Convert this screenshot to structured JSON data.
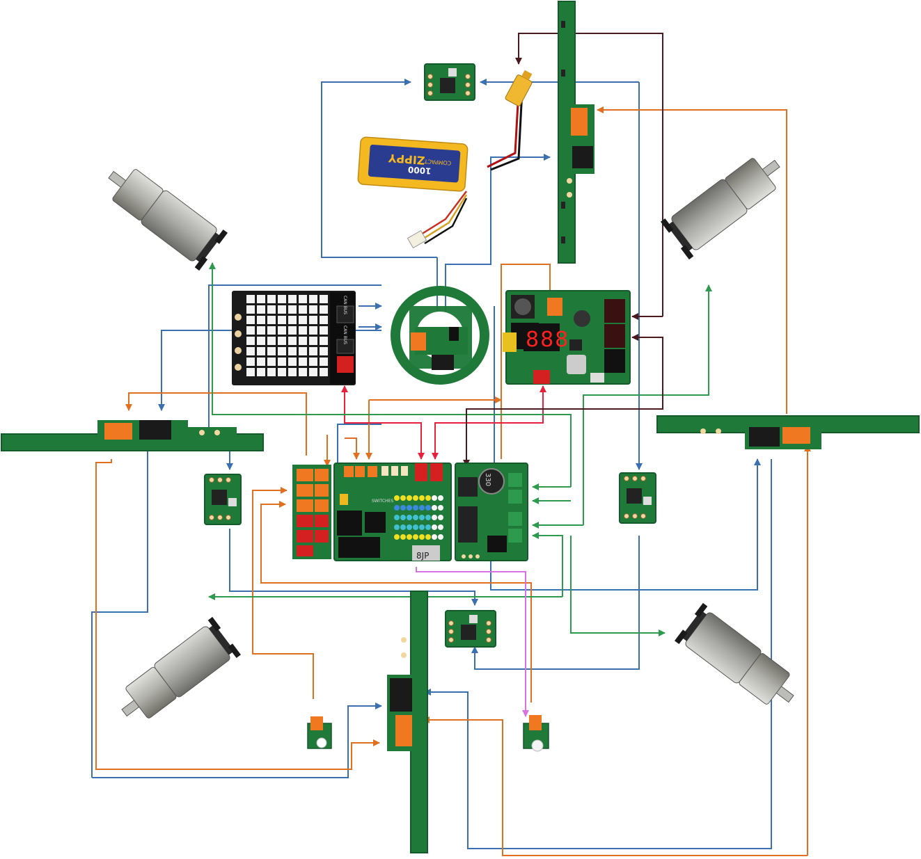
{
  "colors": {
    "blue": "#3a6fb0",
    "orange": "#e07020",
    "red": "#e8203c",
    "green": "#2e9a4e",
    "brown": "#4a1a1e",
    "magenta": "#d872e0",
    "pcb": "#1f7a3a",
    "pcb_dark": "#145a2a",
    "connector_orange": "#f07820",
    "connector_red": "#d42020",
    "connector_black": "#1a1a1a",
    "battery_yellow": "#f4b820",
    "battery_blue": "#2a3c90"
  },
  "labels": {
    "battery_brand": "ZIPPY",
    "battery_model": "COMPACT",
    "battery_capacity": "1000",
    "display_digits": "888",
    "capacitor_value": "330",
    "chip_label": "8JP",
    "can_bus_top": "CAN BUS",
    "can_bus_bottom": "CAN BUS",
    "switches_label": "SWITCHES"
  },
  "components": {
    "battery": "lipo-battery",
    "led_matrix": "8x8-led-matrix-board",
    "ring_board": "ir-sensor-ring-board",
    "power_board": "power-distribution-board",
    "controller": "main-controller-board",
    "motor_driver": "motor-driver-board",
    "imu_boards": [
      "imu-top",
      "imu-left",
      "imu-right",
      "imu-bottom"
    ],
    "motors": [
      "motor-top-left",
      "motor-top-right",
      "motor-bottom-left",
      "motor-bottom-right"
    ],
    "strips": [
      "strip-top",
      "strip-left",
      "strip-right",
      "strip-bottom"
    ],
    "leds": [
      "led-left",
      "led-right"
    ]
  }
}
